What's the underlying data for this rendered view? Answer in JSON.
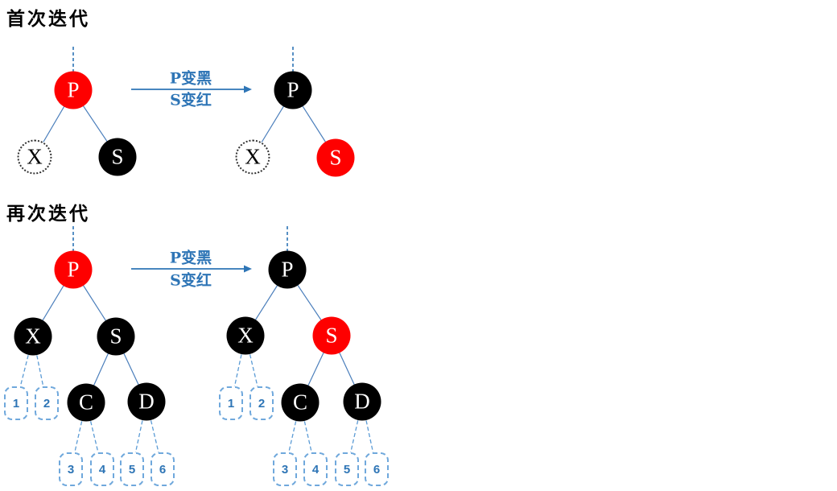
{
  "colors": {
    "red_node": "#fe0000",
    "black_node": "#000000",
    "nil_border": "#333333",
    "connector_blue": "#4a7ebb",
    "dashed_blue": "#5b9bd5",
    "arrow_blue": "#2e75b6",
    "leaf_border_blue": "#6fa8dc",
    "leaf_text_blue": "#2e75b6"
  },
  "sections": [
    {
      "title": "首次迭代",
      "arrow": {
        "line1": "P变黑",
        "line2": "S变红"
      },
      "before": {
        "nodes": [
          {
            "label": "P",
            "color": "red"
          },
          {
            "label": "X",
            "color": "nil"
          },
          {
            "label": "S",
            "color": "black"
          }
        ]
      },
      "after": {
        "nodes": [
          {
            "label": "P",
            "color": "black"
          },
          {
            "label": "X",
            "color": "nil"
          },
          {
            "label": "S",
            "color": "red"
          }
        ]
      }
    },
    {
      "title": "再次迭代",
      "arrow": {
        "line1": "P变黑",
        "line2": "S变红"
      },
      "before": {
        "nodes": [
          {
            "label": "P",
            "color": "red"
          },
          {
            "label": "X",
            "color": "black"
          },
          {
            "label": "S",
            "color": "black"
          },
          {
            "label": "C",
            "color": "black"
          },
          {
            "label": "D",
            "color": "black"
          }
        ],
        "leaves": [
          "1",
          "2",
          "3",
          "4",
          "5",
          "6"
        ]
      },
      "after": {
        "nodes": [
          {
            "label": "P",
            "color": "black"
          },
          {
            "label": "X",
            "color": "black"
          },
          {
            "label": "S",
            "color": "red"
          },
          {
            "label": "C",
            "color": "black"
          },
          {
            "label": "D",
            "color": "black"
          }
        ],
        "leaves": [
          "1",
          "2",
          "3",
          "4",
          "5",
          "6"
        ]
      }
    }
  ]
}
